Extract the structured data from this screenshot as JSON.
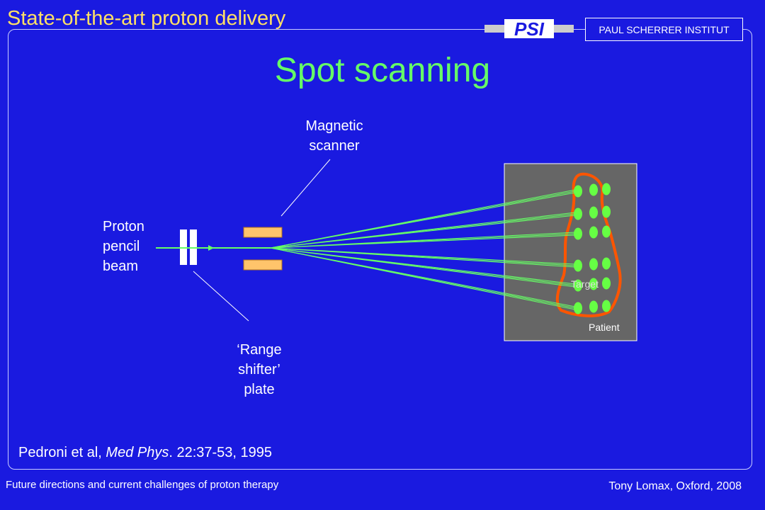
{
  "header": {
    "title": "State-of-the-art proton delivery",
    "institute": "PAUL SCHERRER INSTITUT",
    "logo_text": "PSI"
  },
  "slide": {
    "title": "Spot scanning"
  },
  "diagram": {
    "labels": {
      "magnetic_scanner_1": "Magnetic",
      "magnetic_scanner_2": "scanner",
      "proton_1": "Proton",
      "proton_2": "pencil",
      "proton_3": "beam",
      "range_shifter_1": "‘Range",
      "range_shifter_2": "shifter’",
      "range_shifter_3": "plate",
      "target": "Target",
      "patient": "Patient"
    },
    "colors": {
      "background": "#1a1ae0",
      "beam": "#66ff66",
      "spot": "#66ff44",
      "target_outline": "#ff5500",
      "patient_box": "#666666",
      "scanner": "#ffc46b"
    }
  },
  "citation": {
    "authors": "Pedroni et al, ",
    "journal": "Med Phys",
    "ref": ". 22:37-53, 1995"
  },
  "footer": {
    "left": "Future directions and current challenges of proton therapy",
    "right": "Tony Lomax, Oxford, 2008"
  }
}
